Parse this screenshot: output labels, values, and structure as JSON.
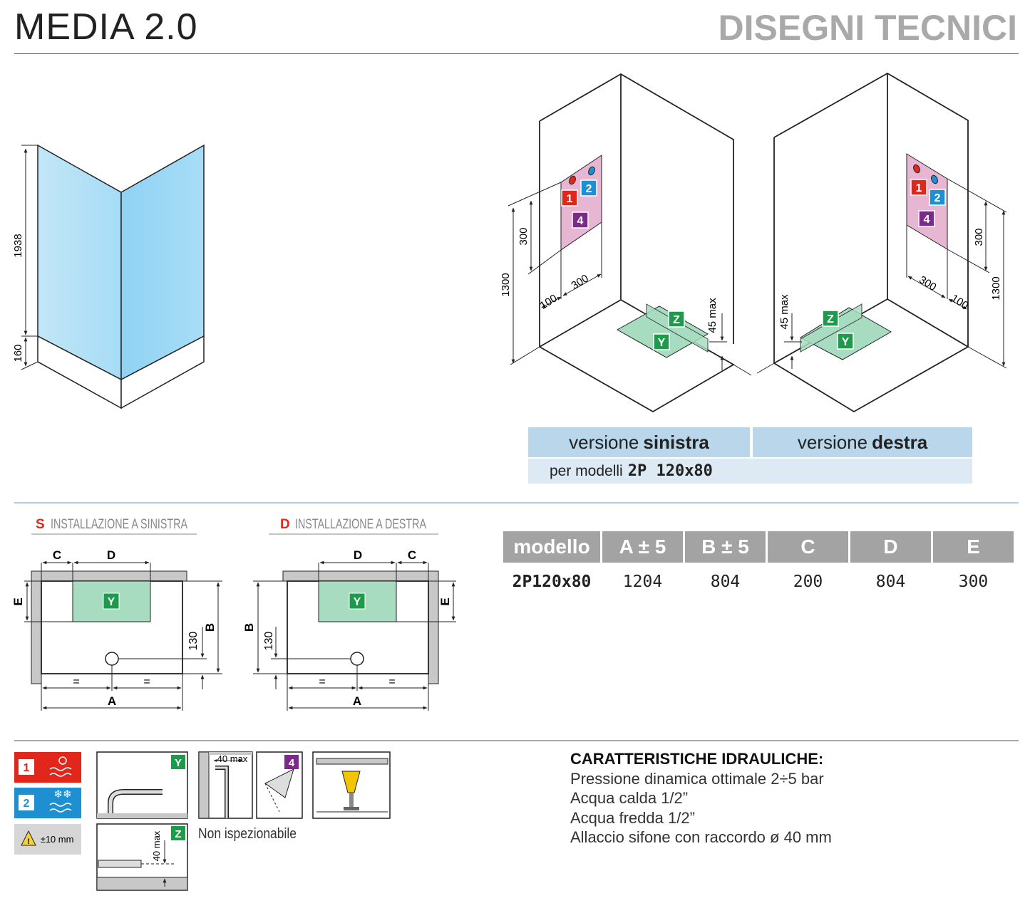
{
  "header": {
    "product": "MEDIA 2.0",
    "section": "DISEGNI TECNICI"
  },
  "enclosure": {
    "height_glass": "1938",
    "height_base": "160"
  },
  "wall_diagrams": {
    "left": {
      "dim_300_v": "300",
      "dim_1300": "1300",
      "dim_100": "100",
      "dim_300_h": "300",
      "dim_45max": "45 max"
    },
    "right": {
      "dim_300_v": "300",
      "dim_1300": "1300",
      "dim_100": "100",
      "dim_300_h": "300",
      "dim_45max": "45 max"
    },
    "markers": {
      "m1": "1",
      "m2": "2",
      "m4": "4",
      "y": "Y",
      "z": "Z"
    }
  },
  "versions": {
    "left_prefix": "versione",
    "left_bold": "sinistra",
    "right_prefix": "versione",
    "right_bold": "destra",
    "models_prefix": "per modelli",
    "models_bold": "2P 120x80"
  },
  "install": {
    "s_letter": "S",
    "s_label": "INSTALLAZIONE A SINISTRA",
    "d_letter": "D",
    "d_label": "INSTALLAZIONE A DESTRA",
    "A": "A",
    "B": "B",
    "C": "C",
    "D": "D",
    "E": "E",
    "eq": "=",
    "dim130": "130",
    "Y": "Y"
  },
  "spec_table": {
    "headers": [
      "modello",
      "A ± 5",
      "B ± 5",
      "C",
      "D",
      "E"
    ],
    "rows": [
      [
        "2P120x80",
        "1204",
        "804",
        "200",
        "804",
        "300"
      ]
    ]
  },
  "legend": {
    "hot": "1",
    "cold": "2",
    "tolerance": "±10 mm",
    "y": "Y",
    "z": "Z",
    "four": "4",
    "dim_40max_a": "40 max",
    "dim_40max_b": "40 max",
    "non_insp": "Non ispezionabile"
  },
  "hydraulic": {
    "title": "CARATTERISTICHE IDRAULICHE:",
    "lines": [
      "Pressione dinamica ottimale 2÷5 bar",
      "Acqua calda 1/2”",
      "Acqua fredda 1/2”",
      "Allaccio sifone con raccordo ø 40 mm"
    ]
  },
  "colors": {
    "glass": "#9fd9f5",
    "marker_red": "#e1261c",
    "marker_blue": "#1e8fd0",
    "marker_purple": "#7b2a8a",
    "marker_green": "#1e9a4c",
    "pink_zone": "#e6b6d2",
    "green_zone": "#a8dcc0",
    "bar_blue": "#b9d6ea"
  }
}
